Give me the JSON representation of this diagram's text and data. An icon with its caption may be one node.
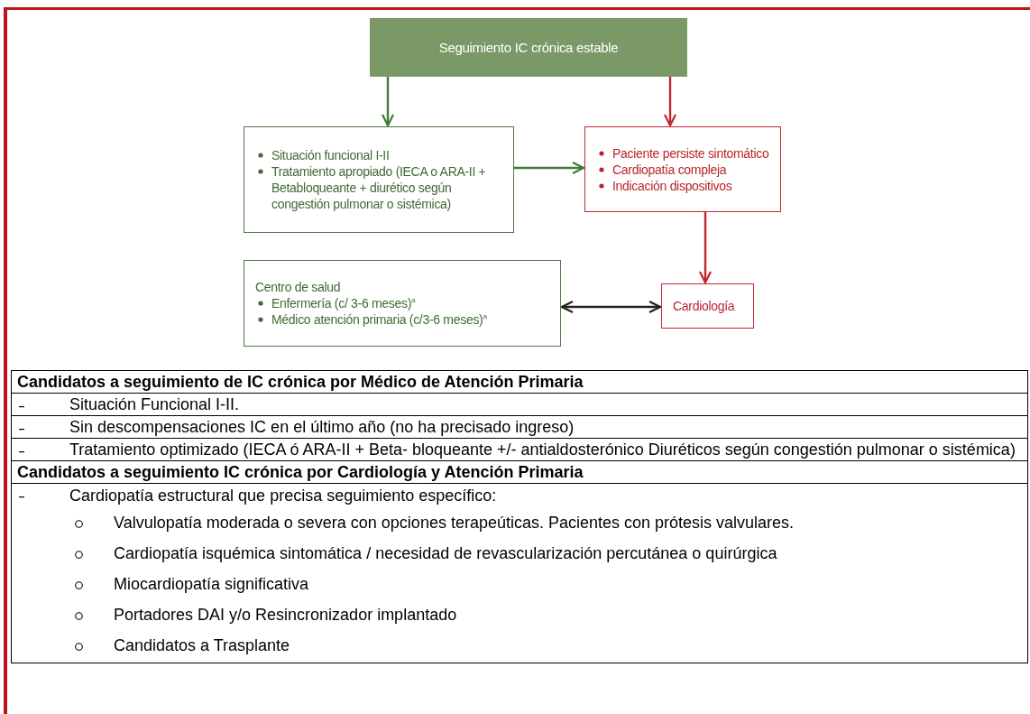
{
  "diagram": {
    "nodes": [
      {
        "text": [
          "Seguimiento IC crónica estable"
        ]
      },
      {
        "text": [
          "Situación funcional I-II",
          "Tratamiento apropiado (IECA o ARA-II + Betabloqueante + diurético según congestión pulmonar o sistémica)"
        ]
      },
      {
        "text": [
          "Paciente persiste sintomático",
          "Cardiopatía compleja",
          "Indicación dispositivos"
        ]
      },
      {
        "text": [
          "Centro de salud",
          "Enfermería (c/ 3-6 meses)$^{a}$",
          "Médico atención primaria (c/3-6 meses)$^{a}$"
        ]
      },
      {
        "text": [
          "Cardiología"
        ]
      }
    ],
    "edges": [
      {
        "from": 0,
        "to": 1,
        "arrow": "to",
        "color": "#3f7a3a"
      },
      {
        "from": 0,
        "to": 2,
        "arrow": "to",
        "color": "#c0272d"
      },
      {
        "from": 1,
        "to": 2,
        "arrow": "to",
        "color": "#3f7a3a"
      },
      {
        "from": 2,
        "to": 4,
        "arrow": "to",
        "color": "#c0272d"
      },
      {
        "from": 3,
        "to": 4,
        "arrow": "both",
        "color": "#222222"
      }
    ],
    "labels": [
      "Candidatos a seguimiento de IC crónica por Médico de Atención Primaria",
      "Situación Funcional I-II.",
      "Sin descompensaciones IC en el último año (no ha precisado ingreso)",
      "Tratamiento optimizado (IECA ó ARA-II + Beta- bloqueante +/- antialdosterónico Diuréticos según congestión pulmonar o sistémica)",
      "Candidatos a seguimiento IC crónica por Cardiología y Atención Primaria",
      "Cardiopatía estructural que precisa seguimiento específico:",
      "Valvulopatía moderada o severa con opciones terapeúticas. Pacientes con prótesis valvulares.",
      "Cardiopatía isquémica sintomática / necesidad de revascularización percutánea o quirúrgica",
      "Miocardiopatía significativa",
      "Portadores DAI y/o Resincronizador implantado",
      "Candidatos a Trasplante"
    ]
  }
}
